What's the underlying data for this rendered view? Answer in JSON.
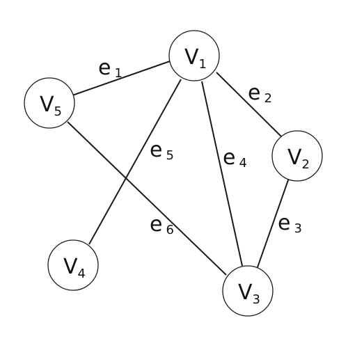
{
  "diagram": {
    "vertices": [
      {
        "id": "v1",
        "letter": "V",
        "sub": "1"
      },
      {
        "id": "v2",
        "letter": "V",
        "sub": "2"
      },
      {
        "id": "v3",
        "letter": "V",
        "sub": "3"
      },
      {
        "id": "v4",
        "letter": "V",
        "sub": "4"
      },
      {
        "id": "v5",
        "letter": "V",
        "sub": "5"
      }
    ],
    "edges": [
      {
        "id": "e1",
        "letter": "e",
        "sub": "1",
        "from": "v5",
        "to": "v1"
      },
      {
        "id": "e2",
        "letter": "e",
        "sub": "2",
        "from": "v1",
        "to": "v2"
      },
      {
        "id": "e3",
        "letter": "e",
        "sub": "3",
        "from": "v2",
        "to": "v3"
      },
      {
        "id": "e4",
        "letter": "e",
        "sub": "4",
        "from": "v1",
        "to": "v3"
      },
      {
        "id": "e5",
        "letter": "e",
        "sub": "5",
        "from": "v1",
        "to": "v4"
      },
      {
        "id": "e6",
        "letter": "e",
        "sub": "6",
        "from": "v5",
        "to": "v3"
      }
    ],
    "colors": {
      "stroke": "#1a1a1a",
      "fill": "#ffffff",
      "text": "#111111"
    }
  }
}
